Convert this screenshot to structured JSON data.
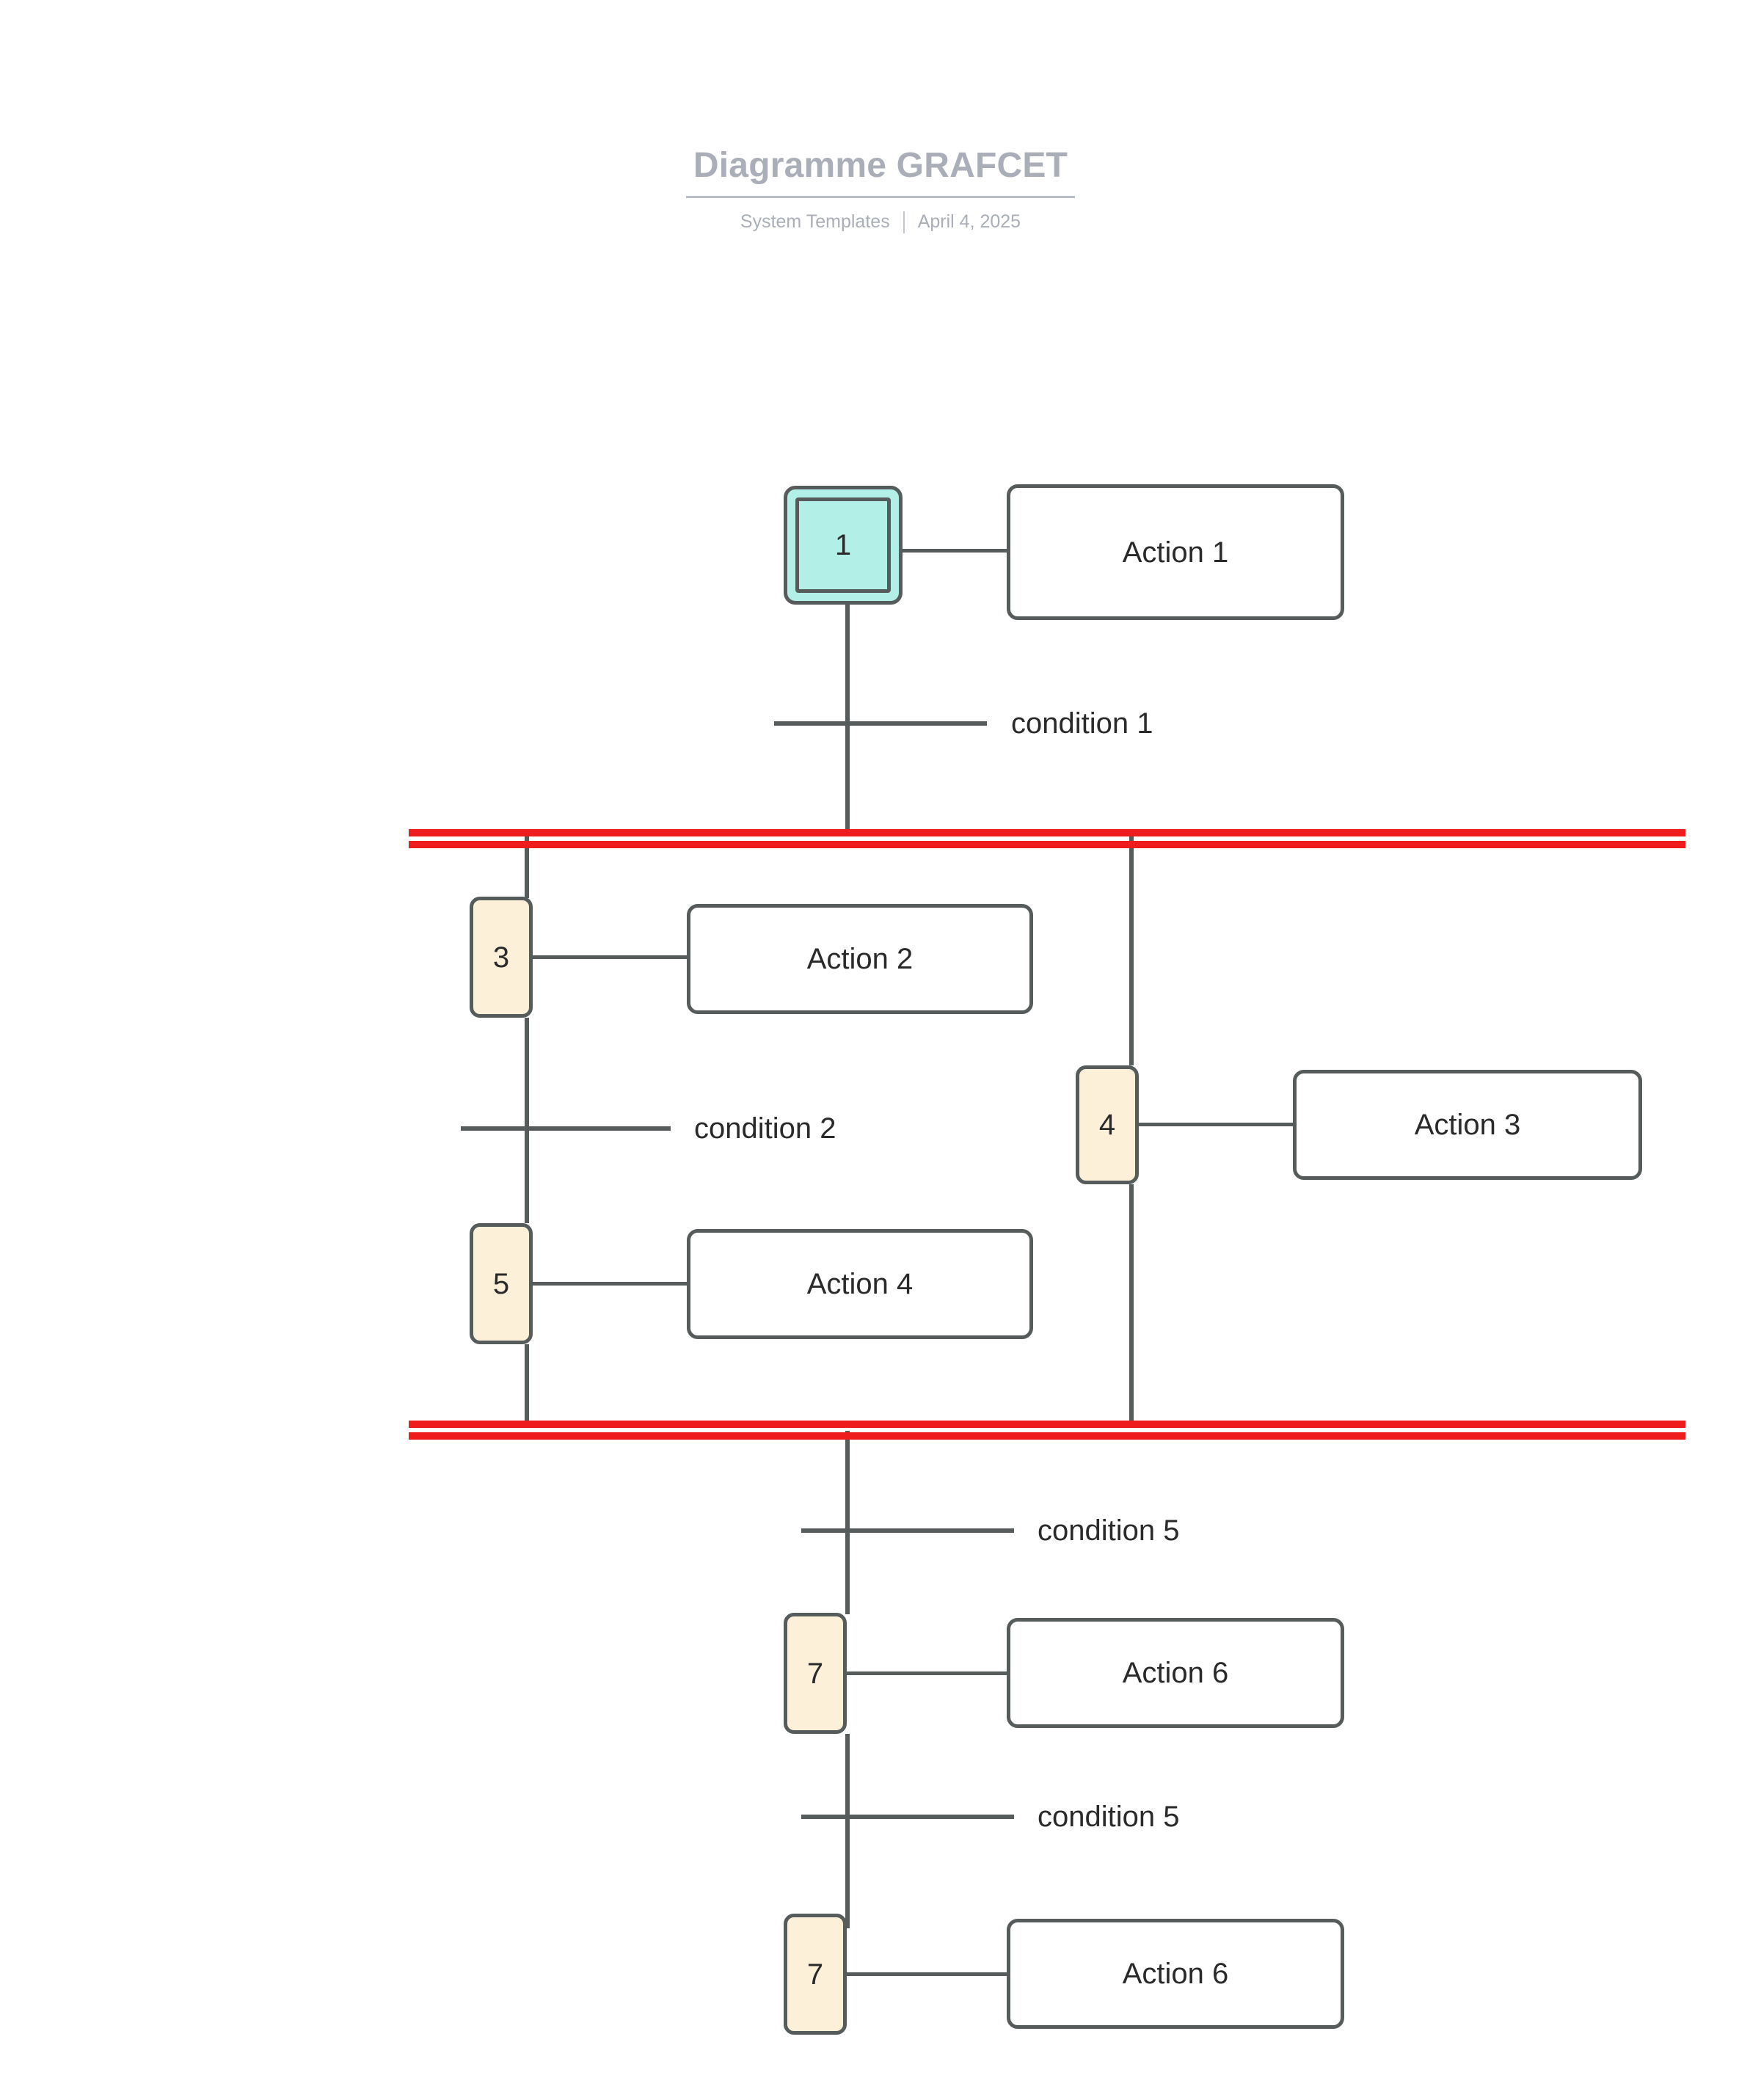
{
  "header": {
    "title": "Diagramme GRAFCET",
    "category": "System Templates",
    "date": "April 4, 2025"
  },
  "diagram": {
    "type": "grafcet",
    "steps": [
      {
        "id": "step-1",
        "number": "1",
        "kind": "initial",
        "fill": "#b2efe6"
      },
      {
        "id": "step-3",
        "number": "3",
        "kind": "normal",
        "fill": "#fdf0d8"
      },
      {
        "id": "step-4",
        "number": "4",
        "kind": "normal",
        "fill": "#fdf0d8"
      },
      {
        "id": "step-5",
        "number": "5",
        "kind": "normal",
        "fill": "#fdf0d8"
      },
      {
        "id": "step-7a",
        "number": "7",
        "kind": "normal",
        "fill": "#fdf0d8"
      },
      {
        "id": "step-7b",
        "number": "7",
        "kind": "normal",
        "fill": "#fdf0d8"
      }
    ],
    "actions": [
      {
        "id": "action-1",
        "label": "Action 1",
        "step": "step-1"
      },
      {
        "id": "action-2",
        "label": "Action 2",
        "step": "step-3"
      },
      {
        "id": "action-3",
        "label": "Action 3",
        "step": "step-4"
      },
      {
        "id": "action-4",
        "label": "Action 4",
        "step": "step-5"
      },
      {
        "id": "action-6a",
        "label": "Action 6",
        "step": "step-7a"
      },
      {
        "id": "action-6b",
        "label": "Action 6",
        "step": "step-7b"
      }
    ],
    "transitions": [
      {
        "id": "transition-1",
        "label": "condition 1"
      },
      {
        "id": "transition-2",
        "label": "condition 2"
      },
      {
        "id": "transition-3",
        "label": "condition 5"
      },
      {
        "id": "transition-4",
        "label": "condition 5"
      }
    ],
    "sync_bars": [
      {
        "id": "divergence-bar",
        "kind": "simultaneous-divergence",
        "color": "#ee1c1c"
      },
      {
        "id": "convergence-bar",
        "kind": "simultaneous-convergence",
        "color": "#ee1c1c"
      }
    ],
    "colors": {
      "line": "#565c5c",
      "step_fill": "#fdf0d8",
      "initial_step_fill": "#b2efe6",
      "action_fill": "#ffffff",
      "sync_bar": "#ee1c1c",
      "title": "#a9aeb8",
      "text": "#2a2a2a"
    }
  }
}
